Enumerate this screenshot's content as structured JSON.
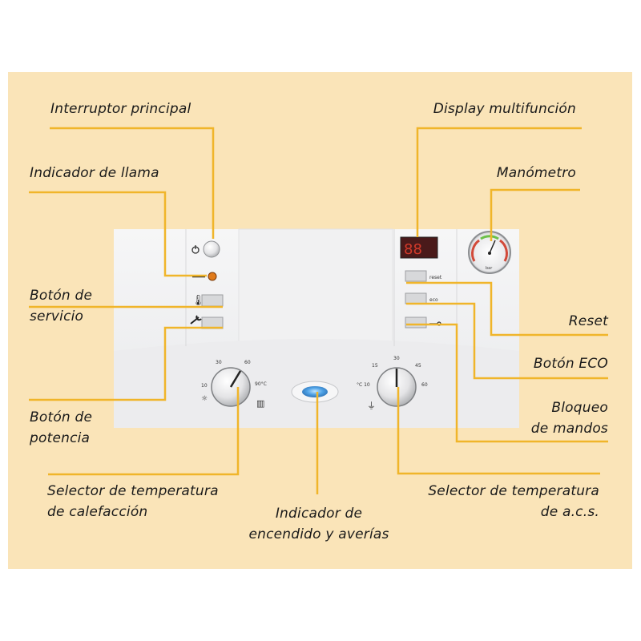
{
  "diagram": {
    "colors": {
      "background": "#fae4b8",
      "leader": "#f0b52a",
      "panel": "#f3f3f4"
    },
    "labels": {
      "interruptor": "Interruptor principal",
      "llama": "Indicador de llama",
      "servicio_1": "Botón de",
      "servicio_2": "servicio",
      "potencia_1": "Botón de",
      "potencia_2": "potencia",
      "calefaccion_1": "Selector de temperatura",
      "calefaccion_2": "de calefacción",
      "encendido_1": "Indicador de",
      "encendido_2": "encendido y averías",
      "display": "Display multifunción",
      "manometro": "Manómetro",
      "reset": "Reset",
      "eco": "Botón ECO",
      "bloqueo_1": "Bloqueo",
      "bloqueo_2": "de mandos",
      "acs_1": "Selector de temperatura",
      "acs_2": "de a.c.s."
    },
    "panel_text": {
      "reset": "reset",
      "eco": "eco",
      "manometer_unit": "bar",
      "heat_max": "90°C",
      "dhw_min": "°C 10",
      "heat_ticks": [
        "10",
        "30",
        "60"
      ],
      "dhw_ticks": [
        "15",
        "30",
        "45",
        "60"
      ]
    },
    "icons": [
      "power-icon",
      "flame-icon",
      "thermometer-icon",
      "wrench-icon",
      "lock-key-icon",
      "radiator-icon",
      "faucet-icon",
      "sun-icon"
    ]
  }
}
